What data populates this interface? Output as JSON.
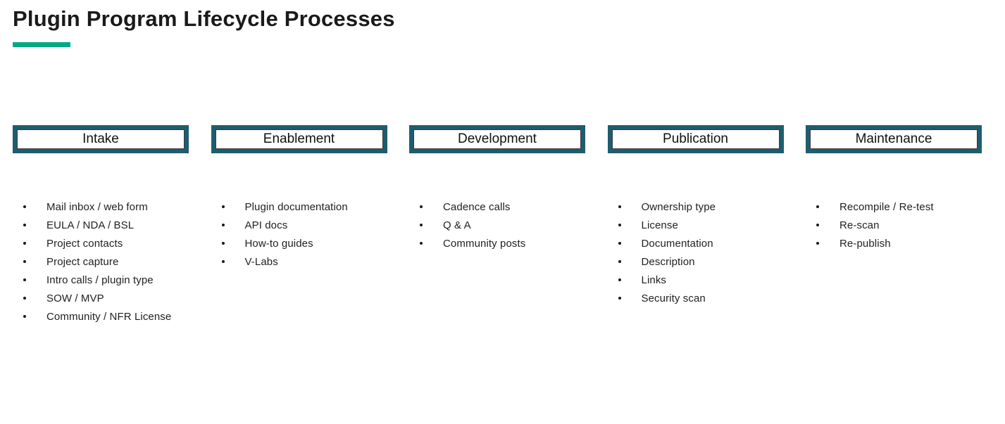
{
  "page": {
    "title": "Plugin Program Lifecycle Processes",
    "accent_color": "#01a982",
    "box_border_color": "#1e5d6e"
  },
  "columns": [
    {
      "header": "Intake",
      "items": [
        "Mail inbox / web form",
        "EULA / NDA / BSL",
        "Project contacts",
        "Project capture",
        "Intro calls / plugin type",
        "SOW / MVP",
        "Community / NFR License"
      ]
    },
    {
      "header": "Enablement",
      "items": [
        "Plugin documentation",
        "API docs",
        "How-to guides",
        "V-Labs"
      ]
    },
    {
      "header": "Development",
      "items": [
        "Cadence calls",
        "Q & A",
        "Community posts"
      ]
    },
    {
      "header": "Publication",
      "items": [
        "Ownership type",
        "License",
        "Documentation",
        "Description",
        "Links",
        "Security scan"
      ]
    },
    {
      "header": "Maintenance",
      "items": [
        "Recompile / Re-test",
        "Re-scan",
        "Re-publish"
      ]
    }
  ]
}
